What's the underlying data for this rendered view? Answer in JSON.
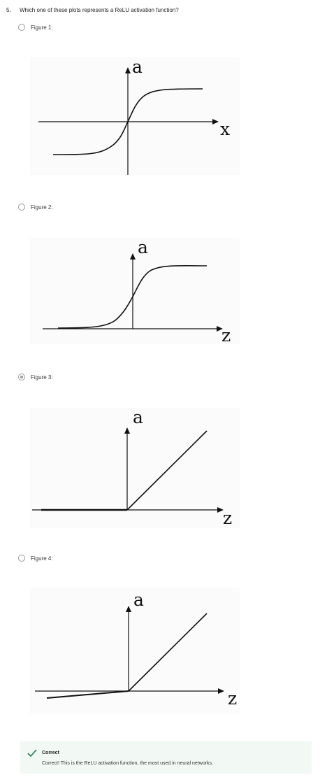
{
  "question": {
    "number": "5.",
    "text": "Which one of these plots represents a ReLU activation function?"
  },
  "options": [
    {
      "label": "Figure 1:",
      "selected": false,
      "figure": {
        "y_label": "a",
        "x_label": "x",
        "curve": "tanh"
      }
    },
    {
      "label": "Figure 2:",
      "selected": false,
      "figure": {
        "y_label": "a",
        "x_label": "z",
        "curve": "sigmoid"
      }
    },
    {
      "label": "Figure 3:",
      "selected": true,
      "figure": {
        "y_label": "a",
        "x_label": "z",
        "curve": "relu"
      }
    },
    {
      "label": "Figure 4:",
      "selected": false,
      "figure": {
        "y_label": "a",
        "x_label": "z",
        "curve": "leaky-relu"
      }
    }
  ],
  "feedback": {
    "status": "Correct",
    "message": "Correct! This is the ReLU activation function, the most used in neural networks.",
    "icon": "check-icon",
    "accent_color": "#1d7a4e",
    "background_color": "#f2f8f4"
  }
}
